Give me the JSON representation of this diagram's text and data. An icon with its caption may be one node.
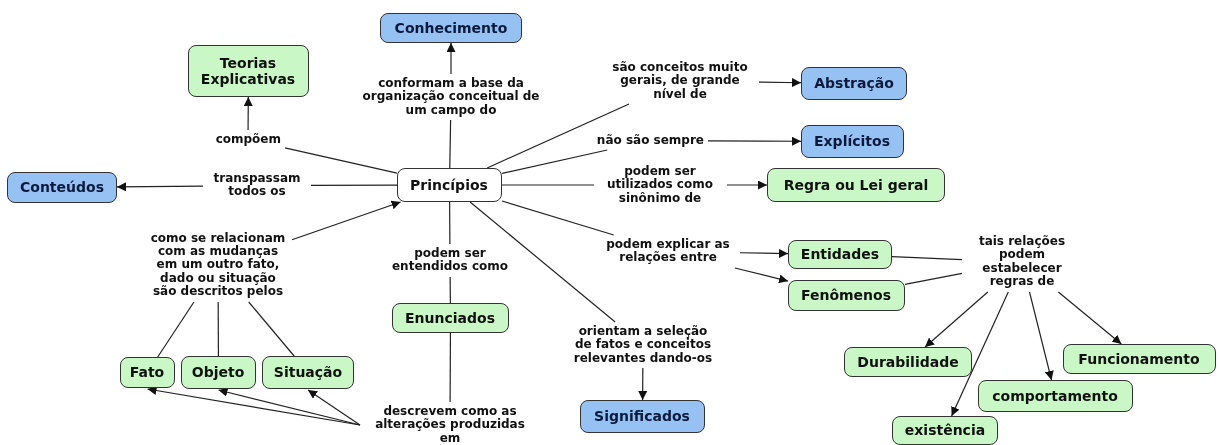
{
  "diagram": {
    "nodes": [
      {
        "text": [
          "Conhecimento"
        ]
      },
      {
        "text": [
          "Teorias Explicativas"
        ]
      },
      {
        "text": [
          "Abstração"
        ]
      },
      {
        "text": [
          "Explícitos"
        ]
      },
      {
        "text": [
          "Regra ou Lei geral"
        ]
      },
      {
        "text": [
          "Conteúdos"
        ]
      },
      {
        "text": [
          "Princípios"
        ]
      },
      {
        "text": [
          "Entidades"
        ]
      },
      {
        "text": [
          "Fenômenos"
        ]
      },
      {
        "text": [
          "Enunciados"
        ]
      },
      {
        "text": [
          "Fato"
        ]
      },
      {
        "text": [
          "Objeto"
        ]
      },
      {
        "text": [
          "Situação"
        ]
      },
      {
        "text": [
          "Significados"
        ]
      },
      {
        "text": [
          "Durabilidade"
        ]
      },
      {
        "text": [
          "Funcionamento"
        ]
      },
      {
        "text": [
          "comportamento"
        ]
      },
      {
        "text": [
          "existência"
        ]
      },
      {
        "text": [
          "conformam a base da organização conceitual de um campo do"
        ]
      },
      {
        "text": [
          "compõem"
        ]
      },
      {
        "text": [
          "transpassam todos os"
        ]
      },
      {
        "text": [
          "como se relacionam com as mudanças em um outro fato, dado ou situação são descritos pelos"
        ]
      },
      {
        "text": [
          "são conceitos muito gerais, de grande nível de"
        ]
      },
      {
        "text": [
          "não são sempre"
        ]
      },
      {
        "text": [
          "podem ser utilizados como sinônimo de"
        ]
      },
      {
        "text": [
          "podem ser entendidos como"
        ]
      },
      {
        "text": [
          "podem explicar as relações entre"
        ]
      },
      {
        "text": [
          "orientam a seleção de fatos e conceitos relevantes dando-os"
        ]
      },
      {
        "text": [
          "descrevem como as alterações produzidas em"
        ]
      },
      {
        "text": [
          "tais relações podem estabelecer regras de"
        ]
      }
    ],
    "edges": [
      {
        "from": 6,
        "to": 18,
        "arrow": "none"
      },
      {
        "from": 18,
        "to": 0,
        "arrow": "to"
      },
      {
        "from": 6,
        "to": 19,
        "arrow": "none"
      },
      {
        "from": 19,
        "to": 1,
        "arrow": "to"
      },
      {
        "from": 6,
        "to": 20,
        "arrow": "none"
      },
      {
        "from": 20,
        "to": 5,
        "arrow": "to"
      },
      {
        "from": 10,
        "to": 21,
        "arrow": "none"
      },
      {
        "from": 11,
        "to": 21,
        "arrow": "none"
      },
      {
        "from": 12,
        "to": 21,
        "arrow": "none"
      },
      {
        "from": 21,
        "to": 6,
        "arrow": "to"
      },
      {
        "from": 6,
        "to": 22,
        "arrow": "none"
      },
      {
        "from": 22,
        "to": 2,
        "arrow": "to"
      },
      {
        "from": 6,
        "to": 23,
        "arrow": "none"
      },
      {
        "from": 23,
        "to": 3,
        "arrow": "to"
      },
      {
        "from": 6,
        "to": 24,
        "arrow": "none"
      },
      {
        "from": 24,
        "to": 4,
        "arrow": "to"
      },
      {
        "from": 6,
        "to": 25,
        "arrow": "none"
      },
      {
        "from": 25,
        "to": 9,
        "arrow": "none"
      },
      {
        "from": 9,
        "to": 28,
        "arrow": "none"
      },
      {
        "from": 28,
        "to": 10,
        "arrow": "to"
      },
      {
        "from": 28,
        "to": 11,
        "arrow": "to"
      },
      {
        "from": 28,
        "to": 12,
        "arrow": "to"
      },
      {
        "from": 6,
        "to": 26,
        "arrow": "none"
      },
      {
        "from": 26,
        "to": 7,
        "arrow": "to"
      },
      {
        "from": 26,
        "to": 8,
        "arrow": "to"
      },
      {
        "from": 6,
        "to": 27,
        "arrow": "none"
      },
      {
        "from": 27,
        "to": 13,
        "arrow": "to"
      },
      {
        "from": 7,
        "to": 29,
        "arrow": "none"
      },
      {
        "from": 8,
        "to": 29,
        "arrow": "none"
      },
      {
        "from": 29,
        "to": 14,
        "arrow": "to"
      },
      {
        "from": 29,
        "to": 15,
        "arrow": "to"
      },
      {
        "from": 29,
        "to": 16,
        "arrow": "to"
      },
      {
        "from": 29,
        "to": 17,
        "arrow": "to"
      }
    ]
  }
}
